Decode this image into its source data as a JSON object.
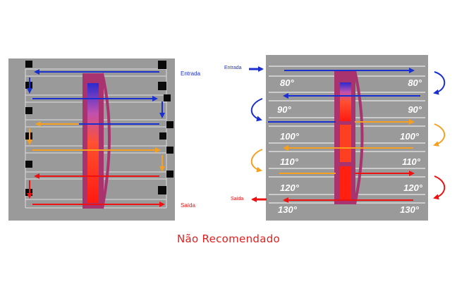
{
  "left_panel": {
    "entrada_label": "Entrada",
    "saida_label": "Saída"
  },
  "right_panel": {
    "entrada_label": "Entrada",
    "saida_label": "Saída",
    "temperatures_left": [
      "80°",
      "90°",
      "100°",
      "110°",
      "120°",
      "130°"
    ],
    "temperatures_right": [
      "80°",
      "90°",
      "100°",
      "110°",
      "120°",
      "130°"
    ]
  },
  "caption": "Não Recomendado",
  "colors": {
    "panel_gray": "#9a9a9a",
    "rail_line": "#d6d6d6",
    "inlet_blue": "#1a2fd0",
    "mid_orange": "#f5a020",
    "outlet_red": "#ee1111",
    "heater_frame": "#a8336e",
    "caption_red": "#e02020"
  }
}
